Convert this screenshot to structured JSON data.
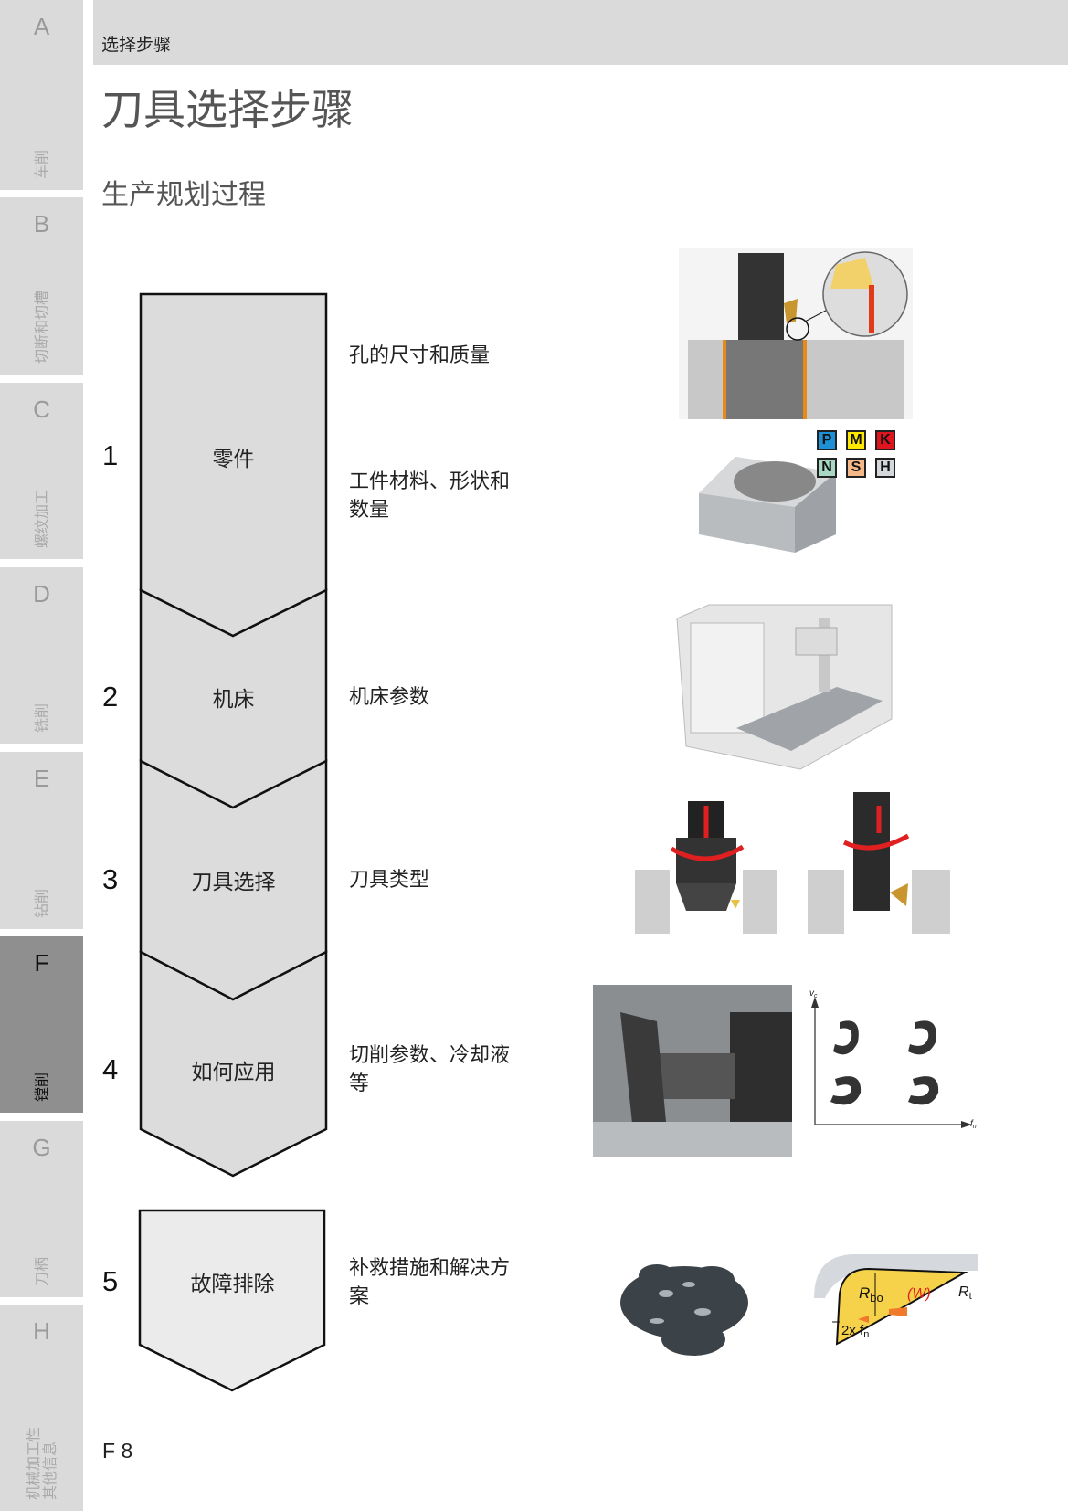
{
  "sidebar": {
    "tabs": [
      {
        "letter": "A",
        "label": "车削",
        "active": false
      },
      {
        "letter": "B",
        "label": "切断和切槽",
        "active": false
      },
      {
        "letter": "C",
        "label": "螺纹加工",
        "active": false
      },
      {
        "letter": "D",
        "label": "铣削",
        "active": false
      },
      {
        "letter": "E",
        "label": "钻削",
        "active": false
      },
      {
        "letter": "F",
        "label": "镗削",
        "active": true
      },
      {
        "letter": "G",
        "label": "刀柄",
        "active": false
      },
      {
        "letter": "H",
        "label": "机械加工性",
        "label2": "其他信息",
        "active": false
      }
    ]
  },
  "header": {
    "section": "选择步骤"
  },
  "page": {
    "title": "刀具选择步骤",
    "subtitle": "生产规划过程",
    "page_number": "F 8"
  },
  "steps": [
    {
      "number": "1",
      "label": "零件",
      "descriptions": [
        "孔的尺寸和质量",
        "工件材料、形状和数量"
      ]
    },
    {
      "number": "2",
      "label": "机床",
      "descriptions": [
        "机床参数"
      ]
    },
    {
      "number": "3",
      "label": "刀具选择",
      "descriptions": [
        "刀具类型"
      ]
    },
    {
      "number": "4",
      "label": "如何应用",
      "descriptions": [
        "切削参数、冷却液等"
      ]
    },
    {
      "number": "5",
      "label": "故障排除",
      "descriptions": [
        "补救措施和解决方案"
      ]
    }
  ],
  "material_groups": [
    {
      "code": "P",
      "color": "#1e90d6"
    },
    {
      "code": "M",
      "color": "#ffe800"
    },
    {
      "code": "K",
      "color": "#e0141e"
    },
    {
      "code": "N",
      "color": "#a8d8c4"
    },
    {
      "code": "S",
      "color": "#f5b889"
    },
    {
      "code": "H",
      "color": "#d4d8dc"
    }
  ],
  "chip_chart": {
    "y_axis": "v",
    "y_sub": "c",
    "x_axis": "f",
    "x_sub": "n"
  },
  "surface_diagram": {
    "rbo": "R",
    "rbo_sub": "bo",
    "w": "(W)",
    "rt": "R",
    "rt_sub": "t",
    "feed": "2x f",
    "feed_sub": "n"
  },
  "colors": {
    "tab_bg": "#dadada",
    "tab_active": "#8f8f8f",
    "box_fill": "#dcdcdc",
    "box5_fill": "#ebebeb"
  }
}
